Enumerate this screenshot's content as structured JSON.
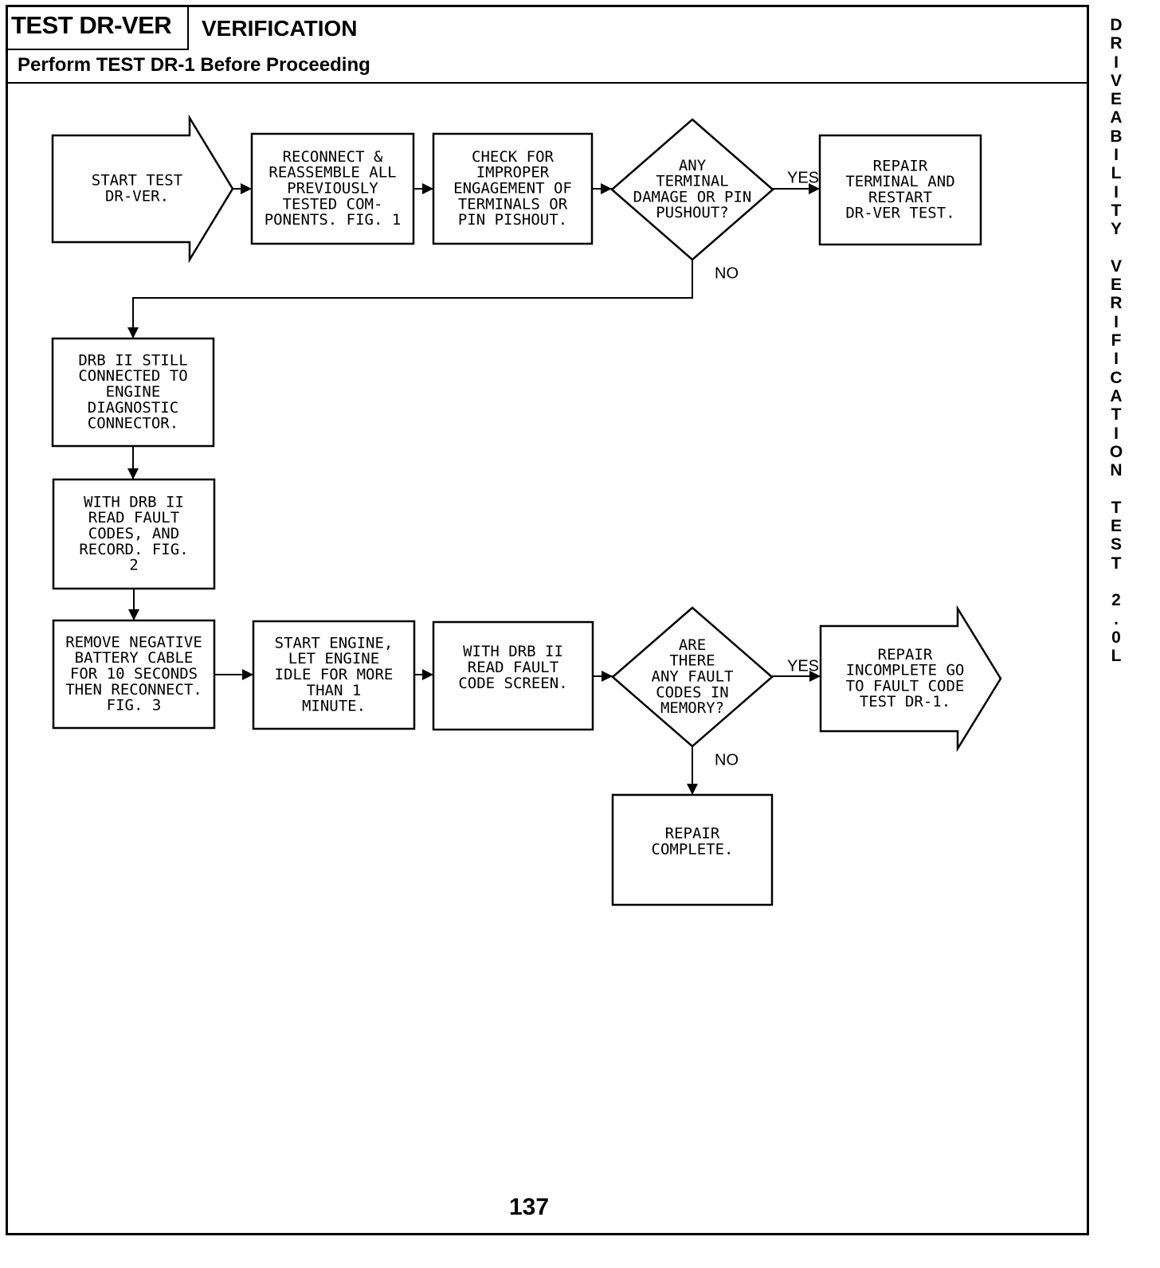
{
  "header": {
    "test_id": "TEST DR-VER",
    "title": "VERIFICATION",
    "subtitle": "Perform TEST DR-1 Before Proceeding"
  },
  "side_title": "DRIVEABILITY VERIFICATION TEST 2.0L",
  "page_number": "137",
  "nodes": [
    {
      "id": "start",
      "shape": "arrow",
      "lines": [
        "START TEST",
        "DR-VER."
      ]
    },
    {
      "id": "reconnect",
      "shape": "box",
      "lines": [
        "RECONNECT &",
        "REASSEMBLE ALL",
        "PREVIOUSLY",
        "TESTED COM-",
        "PONENTS. FIG. 1"
      ]
    },
    {
      "id": "check-engagement",
      "shape": "box",
      "lines": [
        "CHECK FOR",
        "IMPROPER",
        "ENGAGEMENT OF",
        "TERMINALS OR",
        "PIN PISHOUT."
      ]
    },
    {
      "id": "decision-terminal",
      "shape": "diamond",
      "lines": [
        "ANY",
        "TERMINAL",
        "DAMAGE OR PIN",
        "PUSHOUT?"
      ]
    },
    {
      "id": "repair-terminal",
      "shape": "box",
      "lines": [
        "REPAIR",
        "TERMINAL AND",
        "RESTART",
        "DR-VER TEST."
      ]
    },
    {
      "id": "drb-connected",
      "shape": "box",
      "lines": [
        "DRB II STILL",
        "CONNECTED TO",
        "ENGINE",
        "DIAGNOSTIC",
        "CONNECTOR."
      ]
    },
    {
      "id": "read-codes",
      "shape": "box",
      "lines": [
        "WITH DRB II",
        "READ FAULT",
        "CODES, AND",
        "RECORD. FIG.",
        "2"
      ]
    },
    {
      "id": "remove-cable",
      "shape": "box",
      "lines": [
        "REMOVE NEGATIVE",
        "BATTERY CABLE",
        "FOR 10 SECONDS",
        "THEN RECONNECT.",
        "FIG. 3"
      ]
    },
    {
      "id": "start-engine",
      "shape": "box",
      "lines": [
        "START ENGINE,",
        "LET ENGINE",
        "IDLE FOR MORE",
        "THAN 1",
        "MINUTE."
      ]
    },
    {
      "id": "code-screen",
      "shape": "box",
      "lines": [
        "WITH DRB II",
        "READ FAULT",
        "CODE SCREEN."
      ]
    },
    {
      "id": "decision-codes",
      "shape": "diamond",
      "lines": [
        "ARE",
        "THERE",
        "ANY FAULT",
        "CODES IN",
        "MEMORY?"
      ]
    },
    {
      "id": "repair-incomplete",
      "shape": "arrow",
      "lines": [
        "REPAIR",
        "INCOMPLETE GO",
        "TO FAULT CODE",
        "TEST DR-1."
      ]
    },
    {
      "id": "repair-complete",
      "shape": "box",
      "lines": [
        "REPAIR",
        "COMPLETE."
      ]
    }
  ],
  "edges": [
    {
      "from": "start",
      "to": "reconnect",
      "label": ""
    },
    {
      "from": "reconnect",
      "to": "check-engagement",
      "label": ""
    },
    {
      "from": "check-engagement",
      "to": "decision-terminal",
      "label": ""
    },
    {
      "from": "decision-terminal",
      "to": "repair-terminal",
      "label": "YES"
    },
    {
      "from": "decision-terminal",
      "to": "drb-connected",
      "label": "NO"
    },
    {
      "from": "drb-connected",
      "to": "read-codes",
      "label": ""
    },
    {
      "from": "read-codes",
      "to": "remove-cable",
      "label": ""
    },
    {
      "from": "remove-cable",
      "to": "start-engine",
      "label": ""
    },
    {
      "from": "start-engine",
      "to": "code-screen",
      "label": ""
    },
    {
      "from": "code-screen",
      "to": "decision-codes",
      "label": ""
    },
    {
      "from": "decision-codes",
      "to": "repair-incomplete",
      "label": "YES"
    },
    {
      "from": "decision-codes",
      "to": "repair-complete",
      "label": "NO"
    }
  ]
}
